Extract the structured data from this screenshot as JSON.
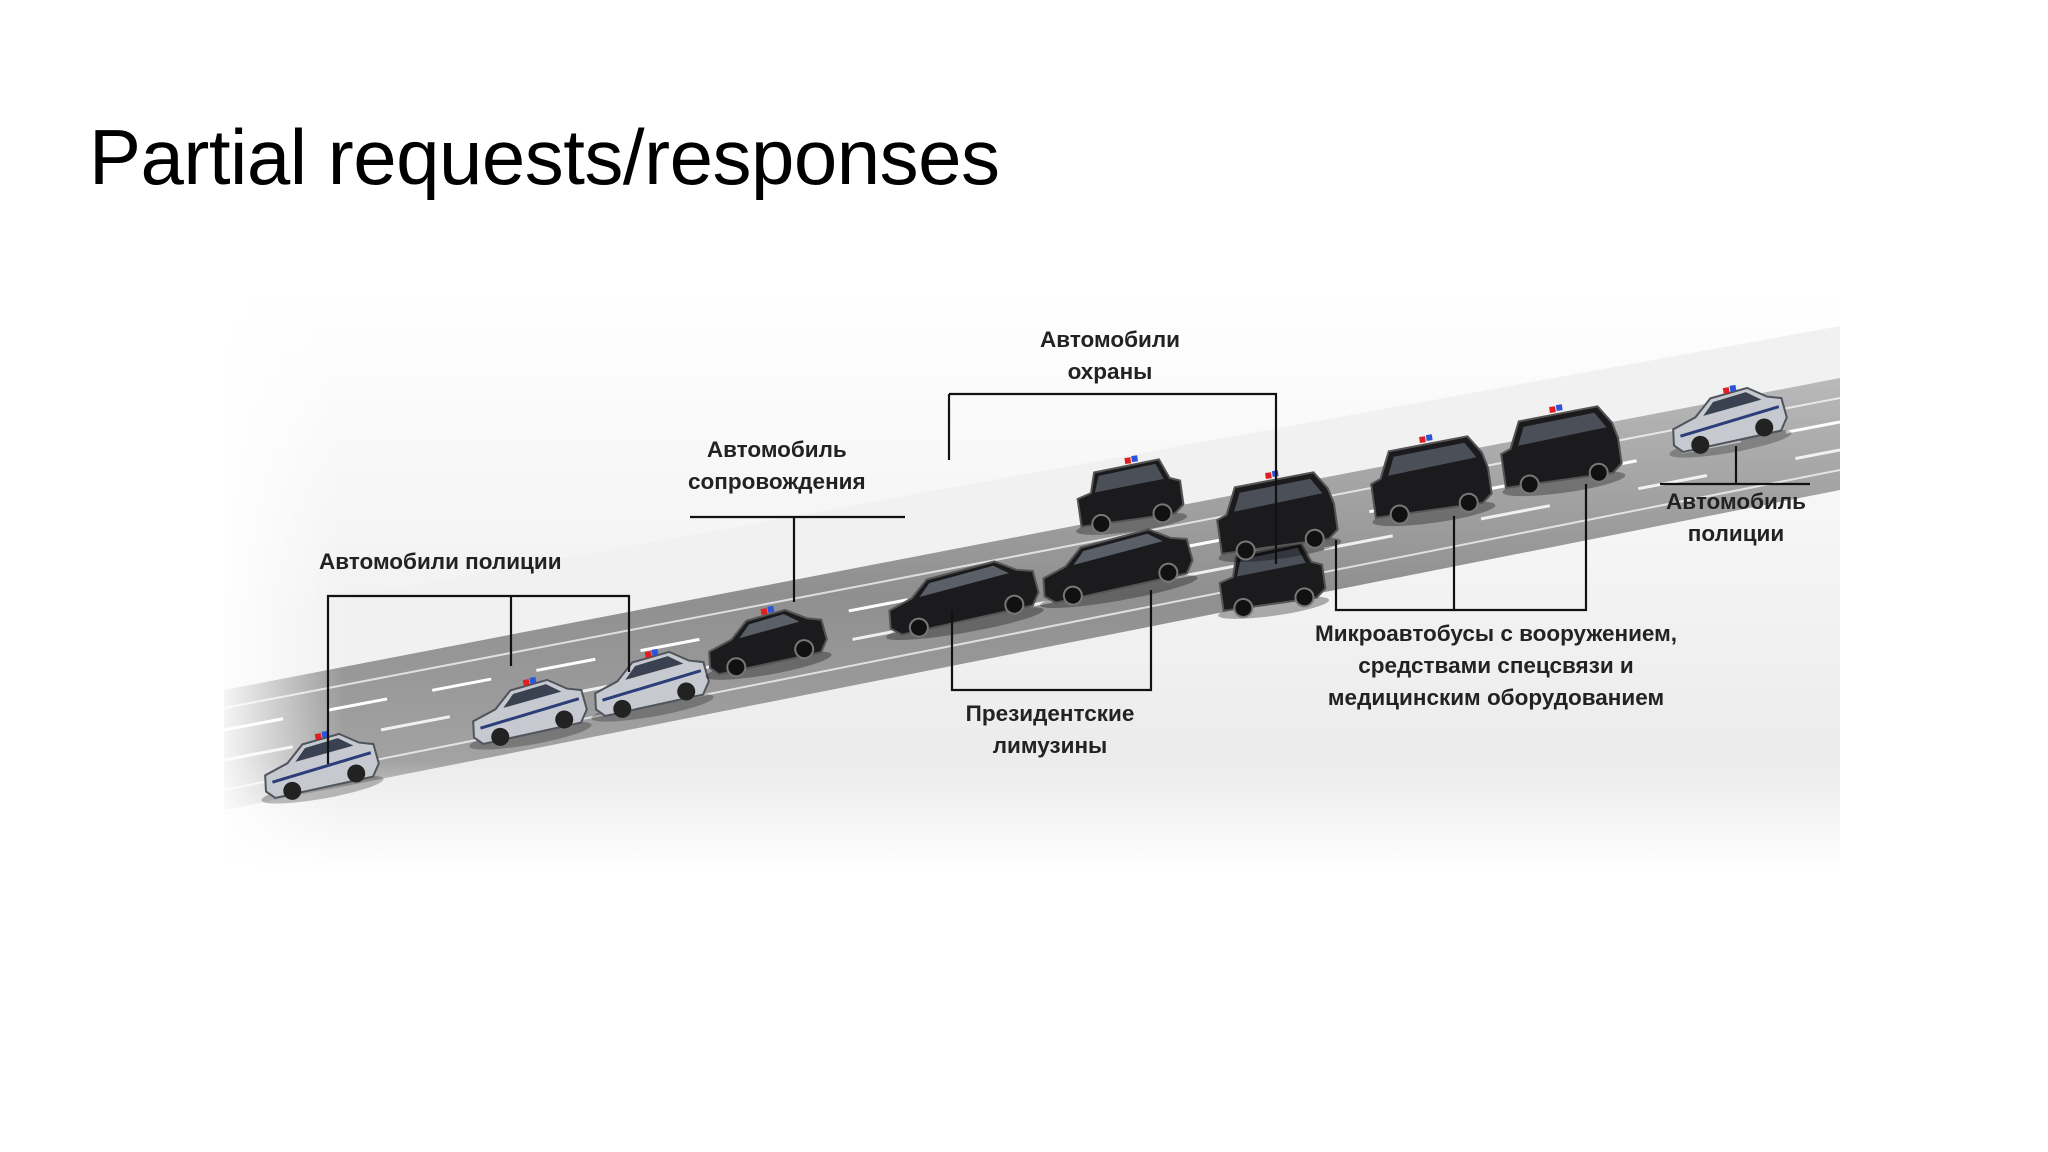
{
  "slide": {
    "title": "Partial requests/responses"
  },
  "diagram": {
    "labels": {
      "police_cars": [
        "Автомобили полиции"
      ],
      "escort_car": [
        "Автомобиль",
        "сопровождения"
      ],
      "security_cars": [
        "Автомобили",
        "охраны"
      ],
      "presidential_limos": [
        "Президентские",
        "лимузины"
      ],
      "minibuses": [
        "Микроавтобусы с вооружением,",
        "средствами спецсвязи и",
        "медицинским оборудованием"
      ],
      "lead_police_car": [
        "Автомобиль",
        "полиции"
      ]
    },
    "colors": {
      "road": "#8f8f8f",
      "police_car": "#c6c9d0",
      "black_vehicle": "#1b1b1d",
      "siren_red": "#e02020",
      "siren_blue": "#2a55d8",
      "leader_line": "#111111"
    }
  }
}
